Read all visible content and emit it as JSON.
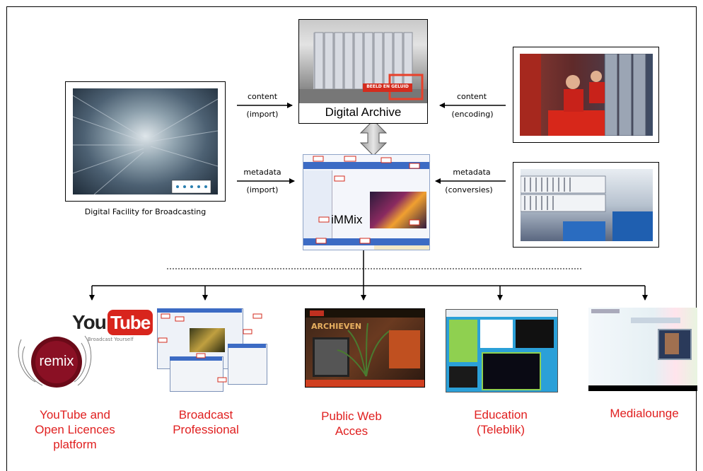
{
  "archive": {
    "title": "Digital Archive",
    "brand": "BEELD EN GELUID"
  },
  "flows": {
    "content_left": "content",
    "import_left": "(import)",
    "content_right": "content",
    "encoding_right": "(encoding)",
    "metadata_left": "metadata",
    "import_left2": "(import)",
    "metadata_right": "metadata",
    "conversies_right": "(conversies)"
  },
  "facility": {
    "caption": "Digital Facility for Broadcasting"
  },
  "immix": {
    "label": "iMMix"
  },
  "outputs": [
    {
      "title": "YouTube and Open Licences platform"
    },
    {
      "title": "Broadcast Professional"
    },
    {
      "title": "Public Web Acces"
    },
    {
      "title": "Education (Teleblik)"
    },
    {
      "title": "Medialounge"
    }
  ],
  "youtube": {
    "you": "You",
    "tube": "Tube",
    "slogan": "Broadcast Yourself",
    "remix": "remix"
  },
  "archieven": {
    "title": "ARCHIEVEN"
  },
  "colors": {
    "label_red": "#e02020",
    "youtube_red": "#d8251d",
    "arrow": "#000000"
  }
}
